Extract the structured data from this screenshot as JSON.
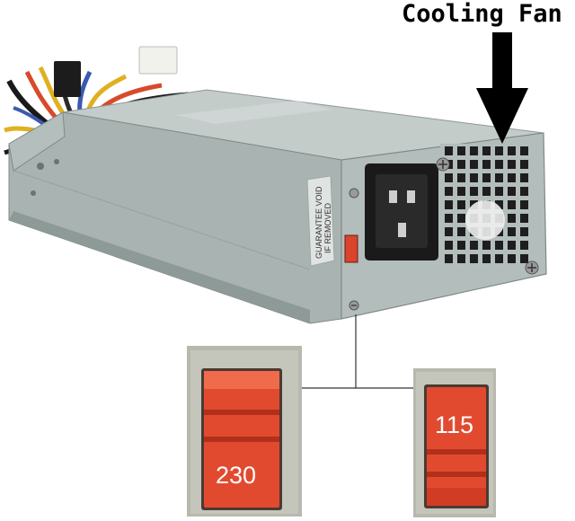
{
  "annotation": {
    "title": "Cooling Fan"
  },
  "label_sticker": {
    "line1": "GUARANTEE VOID",
    "line2": "IF REMOVED"
  },
  "voltage_switch": {
    "position_a": "230",
    "position_b": "115"
  },
  "colors": {
    "psu_body": "#a9b5b5",
    "switch_red": "#e0452f",
    "frame_gray": "#b9b9b2"
  }
}
